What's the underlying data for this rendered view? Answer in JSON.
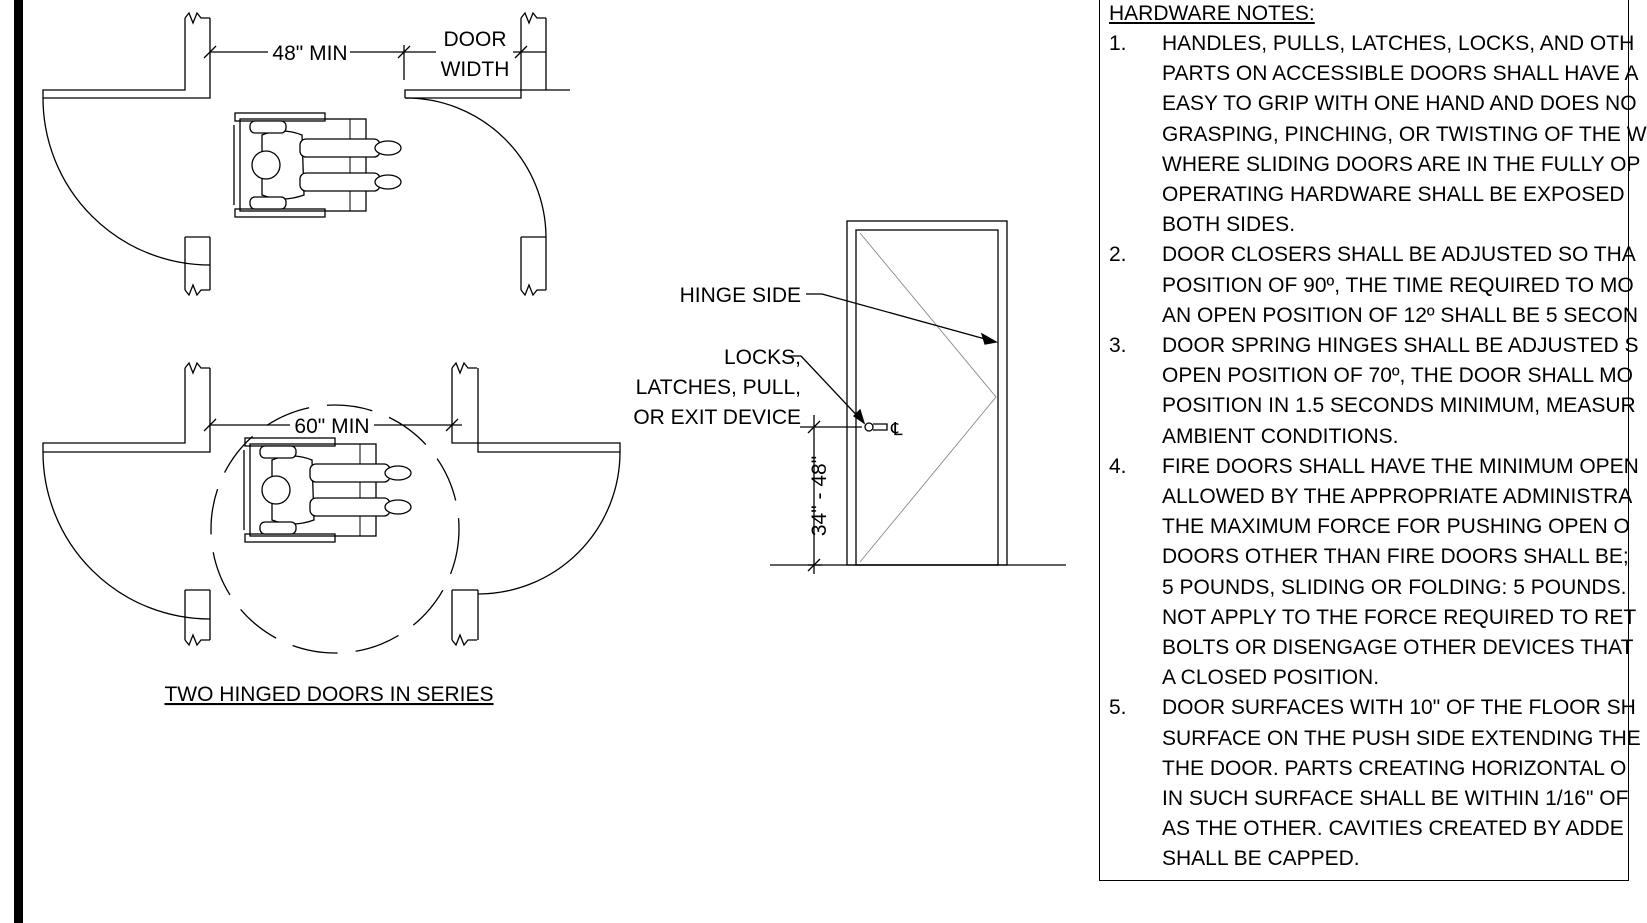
{
  "series_doors": {
    "dim_48_min": "48\" MIN",
    "door_width_line1": "DOOR",
    "door_width_line2": "WIDTH",
    "dim_60_min": "60\" MIN",
    "title": "TWO HINGED DOORS IN SERIES"
  },
  "elevation": {
    "hinge_side": "HINGE SIDE",
    "hardware_line1": "LOCKS,",
    "hardware_line2": "LATCHES, PULL,",
    "hardware_line3": "OR EXIT DEVICE",
    "height_dim": "34\" - 48\"",
    "centerline_symbol": "℄"
  },
  "hardware_notes": {
    "title": "HARDWARE NOTES:",
    "items": [
      {
        "num": "1.",
        "lines": [
          "HANDLES, PULLS, LATCHES, LOCKS, AND OTH",
          "PARTS ON ACCESSIBLE DOORS SHALL HAVE A",
          "EASY TO GRIP WITH ONE HAND AND DOES NO",
          "GRASPING, PINCHING, OR TWISTING OF THE W",
          "WHERE SLIDING DOORS ARE IN THE FULLY OP",
          "OPERATING HARDWARE SHALL BE EXPOSED",
          "BOTH SIDES."
        ]
      },
      {
        "num": "2.",
        "lines": [
          "DOOR CLOSERS SHALL BE ADJUSTED SO THA",
          "POSITION OF 90º, THE TIME REQUIRED TO MO",
          "AN OPEN POSITION OF 12º SHALL BE 5 SECON"
        ]
      },
      {
        "num": "3.",
        "lines": [
          "DOOR SPRING HINGES SHALL BE ADJUSTED S",
          "OPEN POSITION OF 70º, THE DOOR SHALL MO",
          "POSITION IN 1.5 SECONDS MINIMUM, MEASUR",
          "AMBIENT CONDITIONS."
        ]
      },
      {
        "num": "4.",
        "lines": [
          "FIRE DOORS SHALL HAVE THE MINIMUM OPEN",
          "ALLOWED BY THE APPROPRIATE ADMINISTRA",
          "THE MAXIMUM FORCE FOR PUSHING OPEN O",
          "DOORS OTHER THAN FIRE DOORS SHALL BE;",
          "5 POUNDS, SLIDING OR FOLDING: 5 POUNDS.",
          "NOT APPLY TO THE FORCE REQUIRED TO RET",
          "BOLTS OR DISENGAGE OTHER DEVICES THAT",
          "A CLOSED POSITION."
        ]
      },
      {
        "num": "5.",
        "lines": [
          "DOOR SURFACES WITH 10\" OF THE FLOOR SH",
          "SURFACE ON THE PUSH SIDE EXTENDING THE",
          "THE DOOR. PARTS CREATING HORIZONTAL O",
          "IN SUCH SURFACE SHALL BE WITHIN 1/16\" OF",
          "AS THE OTHER. CAVITIES CREATED BY ADDE",
          "SHALL BE CAPPED."
        ]
      }
    ]
  }
}
